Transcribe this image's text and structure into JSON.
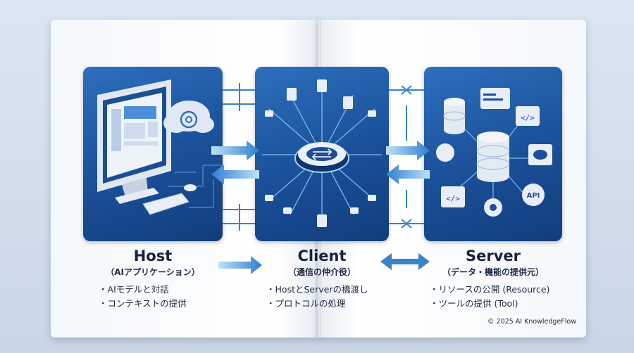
{
  "host": {
    "title": "Host",
    "subtitle": "（AIアプリケーション）",
    "bullets": [
      "AIモデルと対話",
      "コンテキストの提供"
    ]
  },
  "client": {
    "title": "Client",
    "subtitle": "（通信の仲介役）",
    "bullets": [
      "HostとServerの橋渡し",
      "プロトコルの処理"
    ]
  },
  "server": {
    "title": "Server",
    "subtitle": "（データ・機能の提供元）",
    "bullets": [
      "リソースの公開 (Resource)",
      "ツールの提供 (Tool)"
    ],
    "api_label": "API"
  },
  "footer": {
    "copyright": "© 2025 AI KnowledgeFlow"
  },
  "colors": {
    "panel_dark": "#123d7d",
    "panel_mid": "#1a4f98",
    "accent_light": "#5fb7e8",
    "arrow_blue": "#2f7fd0"
  }
}
